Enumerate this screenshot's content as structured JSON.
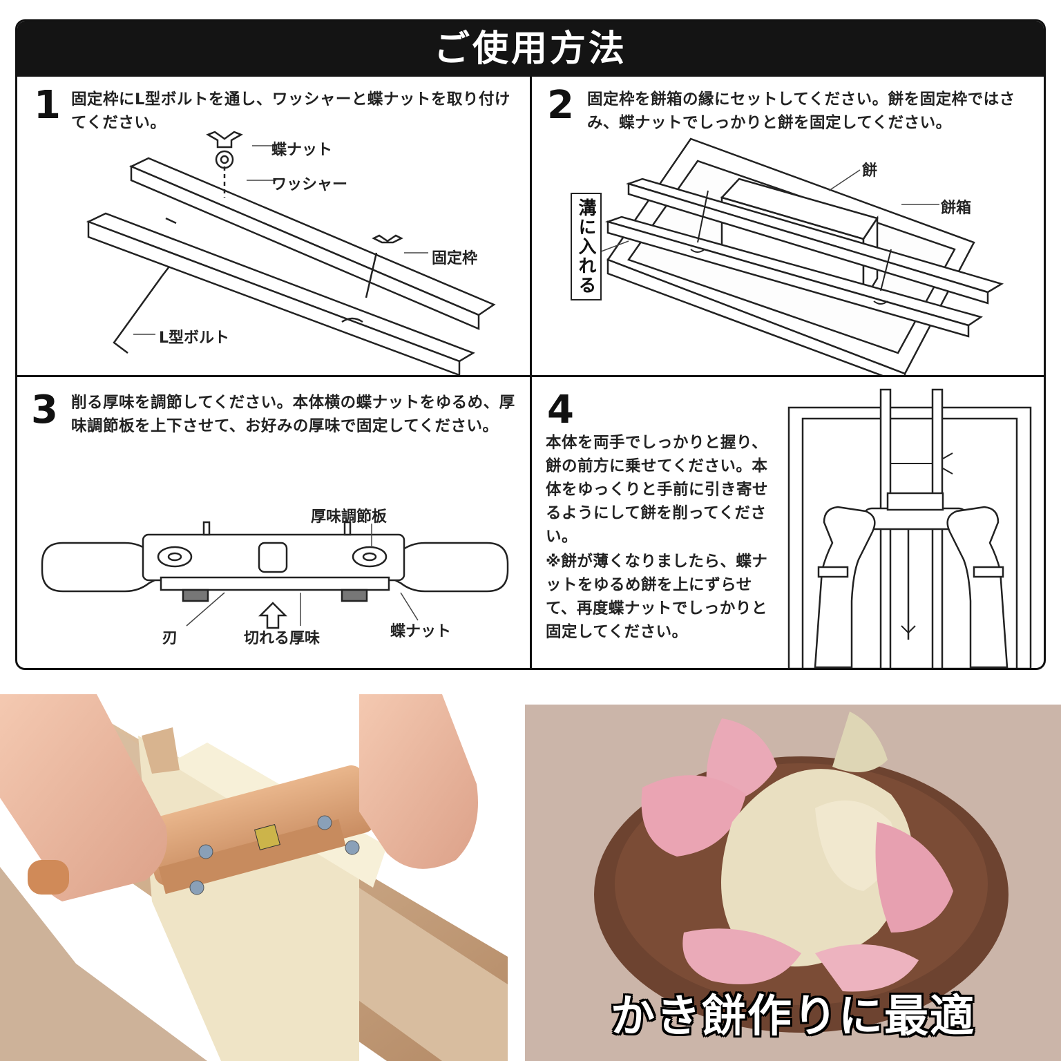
{
  "header": {
    "title": "ご使用方法"
  },
  "steps": [
    {
      "number": "1",
      "text": "固定枠にL型ボルトを通し、ワッシャーと蝶ナットを取り付けてください。",
      "labels": [
        "蝶ナット",
        "ワッシャー",
        "固定枠",
        "L型ボルト"
      ]
    },
    {
      "number": "2",
      "text": "固定枠を餅箱の縁にセットしてください。餅を固定枠ではさみ、蝶ナットでしっかりと餅を固定してください。",
      "labels": [
        "餅",
        "餅箱",
        "溝に入れる"
      ]
    },
    {
      "number": "3",
      "text": "削る厚味を調節してください。本体横の蝶ナットをゆるめ、厚味調節板を上下させて、お好みの厚味で固定してください。",
      "labels": [
        "厚味調節板",
        "刃",
        "切れる厚味",
        "蝶ナット"
      ]
    },
    {
      "number": "4",
      "text": "本体を両手でしっかりと握り、餅の前方に乗せてください。本体をゆっくりと手前に引き寄せるようにして餅を削ってください。",
      "note": "※餅が薄くなりましたら、蝶ナットをゆるめ餅を上にずらせて、再度蝶ナットでしっかりと固定してください。"
    }
  ],
  "photos": {
    "right_caption": "かき餅作りに最適"
  },
  "colors": {
    "header_bg": "#141414",
    "wood": "#d9a57a",
    "mochi": "#f3ead0",
    "pink": "#e9a7b4",
    "plate": "#6d4330",
    "table": "#c9b3a7"
  }
}
